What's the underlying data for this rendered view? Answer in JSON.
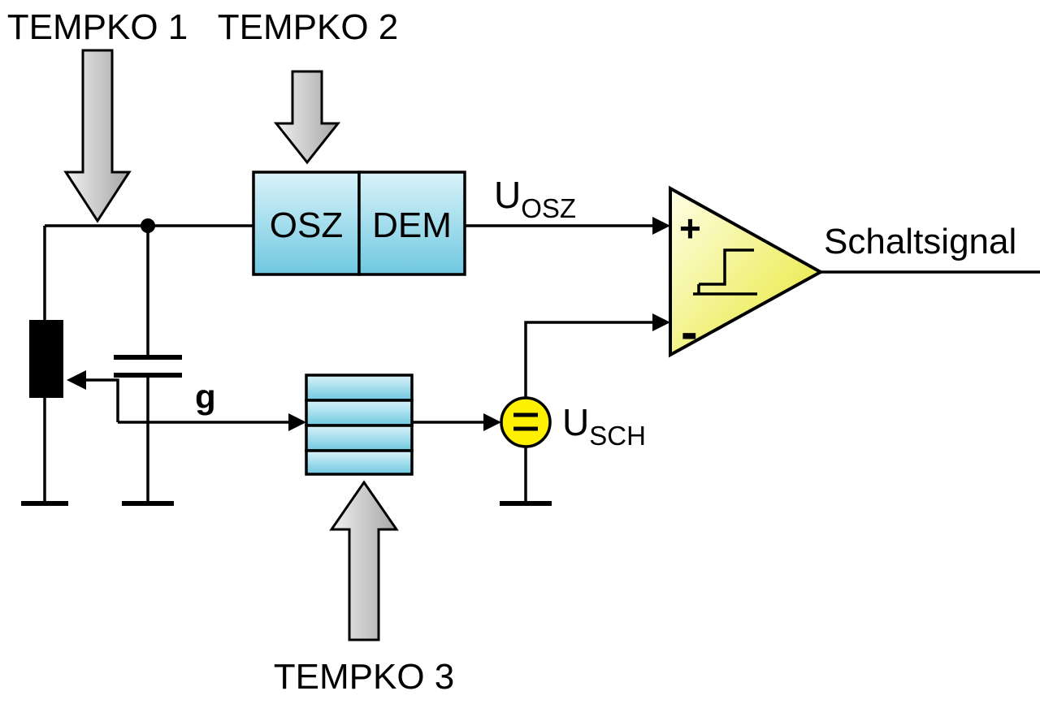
{
  "labels": {
    "tempko1": "TEMPKO 1",
    "tempko2": "TEMPKO 2",
    "tempko3": "TEMPKO 3",
    "osz": "OSZ",
    "dem": "DEM",
    "u_osz": {
      "main": "U",
      "sub": "OSZ"
    },
    "u_sch": {
      "main": "U",
      "sub": "SCH"
    },
    "g": "g",
    "schaltsignal": "Schaltsignal",
    "comparator_plus": "+",
    "comparator_minus": "-"
  },
  "colors": {
    "background": "#ffffff",
    "line": "#000000",
    "block_light": "#daf3f9",
    "block_dark": "#6fc8e0",
    "comparator_light": "#ffffe8",
    "comparator_dark": "#e6e62e",
    "source_fill": "#ffef00",
    "arrow_light": "#f0f0f0",
    "arrow_dark": "#a6a6a6"
  }
}
